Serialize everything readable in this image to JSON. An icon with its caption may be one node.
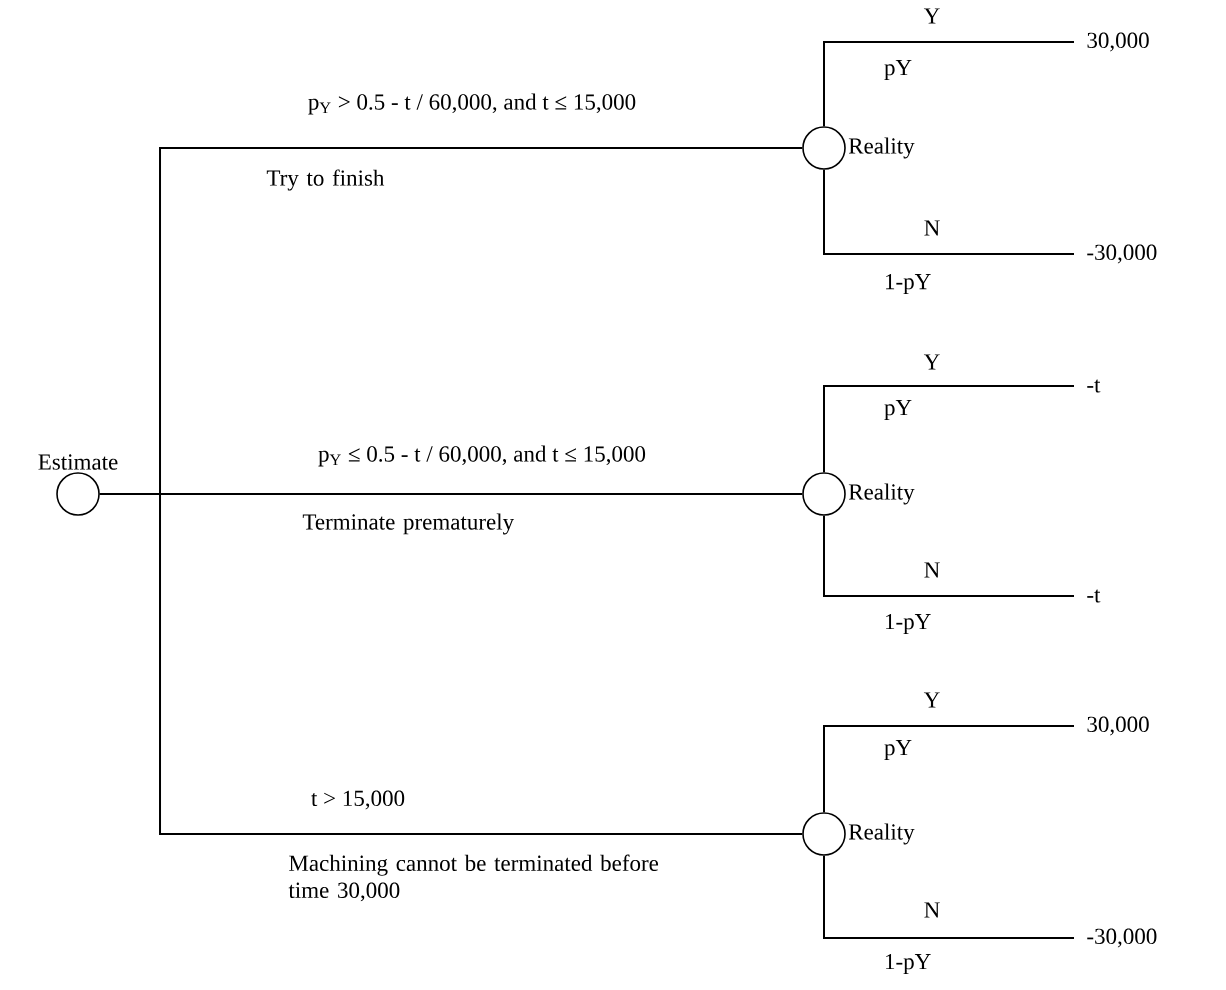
{
  "diagram": {
    "nodes": [
      {
        "text": [
          "Estimate"
        ]
      },
      {
        "text": [
          "Reality"
        ]
      },
      {
        "text": [
          "30,000"
        ]
      },
      {
        "text": [
          "-30,000"
        ]
      },
      {
        "text": [
          "Reality"
        ]
      },
      {
        "text": [
          "-t"
        ]
      },
      {
        "text": [
          "-t"
        ]
      },
      {
        "text": [
          "Reality"
        ]
      },
      {
        "text": [
          "30,000"
        ]
      },
      {
        "text": [
          "-30,000"
        ]
      }
    ],
    "edges": [
      {
        "from": 0,
        "to": 1,
        "arrow": "none",
        "label": "p$_{Y}$ > 0.5 - t / 60,000, and t ≤ 15,000"
      },
      {
        "from": 0,
        "to": 4,
        "arrow": "none",
        "label": "p$_{Y}$ ≤ 0.5 - t / 60,000, and t ≤ 15,000"
      },
      {
        "from": 0,
        "to": 7,
        "arrow": "none",
        "label": "t > 15,000"
      },
      {
        "from": 1,
        "to": 2,
        "arrow": "none",
        "label": "Y"
      },
      {
        "from": 1,
        "to": 3,
        "arrow": "none",
        "label": "N"
      },
      {
        "from": 4,
        "to": 5,
        "arrow": "none",
        "label": "Y"
      },
      {
        "from": 4,
        "to": 6,
        "arrow": "none",
        "label": "N"
      },
      {
        "from": 7,
        "to": 8,
        "arrow": "none",
        "label": "Y"
      },
      {
        "from": 7,
        "to": 9,
        "arrow": "none",
        "label": "N"
      }
    ],
    "labels": [
      "Try to finish",
      "pY",
      "1-pY",
      "Terminate prematurely",
      "pY",
      "1-pY",
      "Machining cannot be terminated before time 30,000",
      "pY",
      "1-pY"
    ]
  }
}
